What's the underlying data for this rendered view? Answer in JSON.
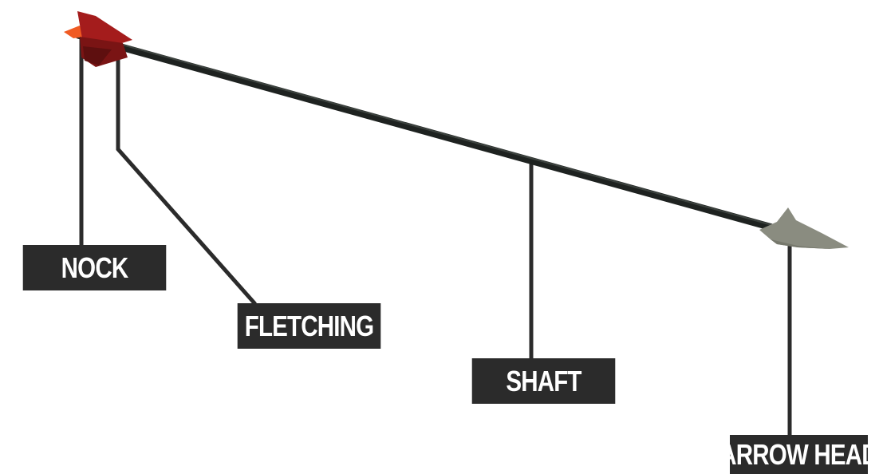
{
  "labels": {
    "nock": "NOCK",
    "fletching": "FLETCHING",
    "shaft": "SHAFT",
    "arrow_head": "ARROW HEAD"
  },
  "colors": {
    "shaft": "#1e2220",
    "fletching_dark": "#7a1414",
    "fletching_mid": "#a41c1c",
    "nock_orange": "#f05a22",
    "arrow_head": "#8a8c80",
    "leader_line": "#2b2b2b",
    "label_bg": "#2b2b2b",
    "label_text": "#ffffff"
  }
}
